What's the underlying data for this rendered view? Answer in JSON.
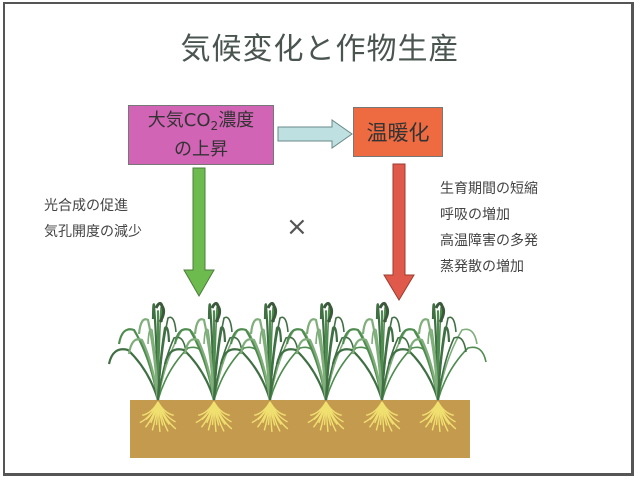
{
  "title": "気候変化と作物生産",
  "cause_box": {
    "line1_prefix": "大気CO",
    "line1_sub": "2",
    "line1_suffix": "濃度",
    "line2": "の上昇",
    "color": "#d264b6"
  },
  "warming_box": {
    "label": "温暖化",
    "color": "#ee6b42"
  },
  "connector_arrow_color": "#bfe0e0",
  "co2_effects": [
    "光合成の促進",
    "気孔開度の減少"
  ],
  "co2_arrow_color": "#6dbb4f",
  "warming_effects": [
    "生育期間の短縮",
    "呼吸の増加",
    "高温障害の多発",
    "蒸発散の増加"
  ],
  "warming_arrow_color": "#e05a4c",
  "combine_symbol": "×",
  "crop_illustration": {
    "plant_count": 6,
    "soil_color": "#c49a4e",
    "root_color": "#f0e070",
    "leaf_color": "#4f8c4f"
  }
}
